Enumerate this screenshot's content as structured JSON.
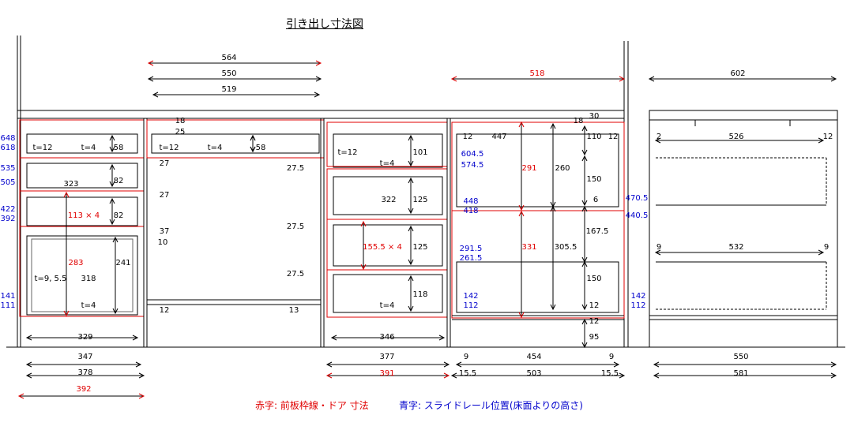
{
  "title": "引き出し寸法図",
  "legend": {
    "red": "赤字: 前板枠線・ドア 寸法",
    "blue": "青字: スライドレール位置(床面よりの高さ)"
  },
  "colors": {
    "black": "#000000",
    "red": "#e00000",
    "blue": "#0000cc"
  },
  "labels": {
    "black": [
      "564",
      "550",
      "519",
      "18",
      "25",
      "t=12",
      "t=4",
      "58",
      "t=12",
      "t=4",
      "58",
      "27",
      "323",
      "82",
      "27",
      "82",
      "37",
      "10",
      "t=9, 5.5",
      "318",
      "241",
      "t=4",
      "12",
      "329",
      "347",
      "378",
      "27.5",
      "27.5",
      "27.5",
      "t=12",
      "101",
      "t=4",
      "322",
      "125",
      "125",
      "118",
      "t=4",
      "13",
      "346",
      "377",
      "30",
      "18",
      "12",
      "447",
      "110",
      "12",
      "260",
      "150",
      "6",
      "167.5",
      "305.5",
      "150",
      "12",
      "12",
      "95",
      "9",
      "454",
      "9",
      "15.5",
      "503",
      "15.5",
      "602",
      "2",
      "526",
      "12",
      "9",
      "532",
      "9",
      "550",
      "581"
    ],
    "red": [
      "518",
      "291",
      "331",
      "113 × 4",
      "283",
      "155.5 × 4",
      "391",
      "392"
    ],
    "blue": [
      "648",
      "618",
      "535",
      "505",
      "422",
      "392",
      "141",
      "111",
      "604.5",
      "574.5",
      "448",
      "418",
      "291.5",
      "261.5",
      "142",
      "112",
      "470.5",
      "440.5",
      "142",
      "112"
    ]
  }
}
